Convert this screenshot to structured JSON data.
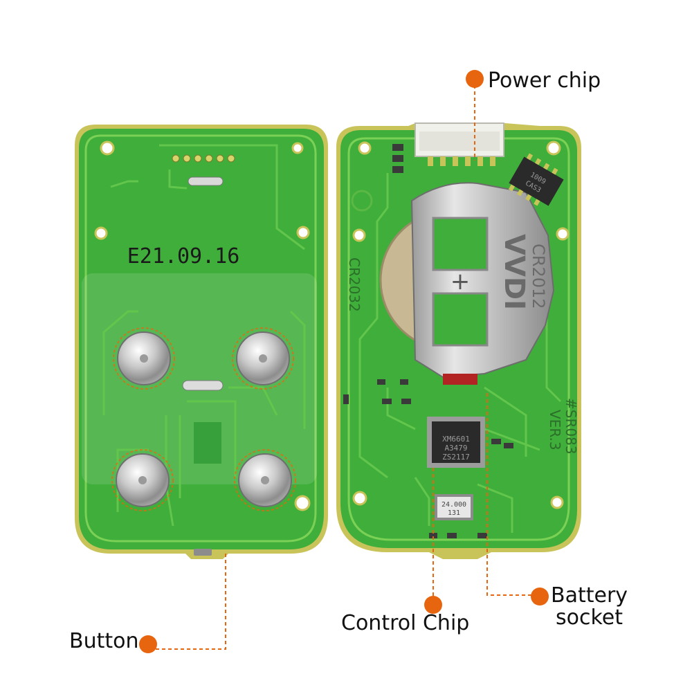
{
  "labels": {
    "power_chip": "Power chip",
    "battery_socket": [
      "Battery",
      "socket"
    ],
    "control_chip": "Control Chip",
    "button": "Button"
  },
  "board_text": {
    "date_code": "E21.09.16",
    "battery_model": "CR2032",
    "brand": "VVDI",
    "cell_type": "CR2012",
    "board_model": "#SR083",
    "board_version": "VER.3",
    "crystal": "24.000",
    "crystal_code": "131",
    "ic_lines": [
      "XM6601",
      "A3479",
      "ZS2117"
    ],
    "power_ic_lines": [
      "1009",
      "CAS3"
    ]
  },
  "colors": {
    "accent": "#e8650f",
    "pcb_green": "#3fae3a",
    "trace_green": "#63c64c",
    "edge_yellow": "#c9c45a"
  }
}
